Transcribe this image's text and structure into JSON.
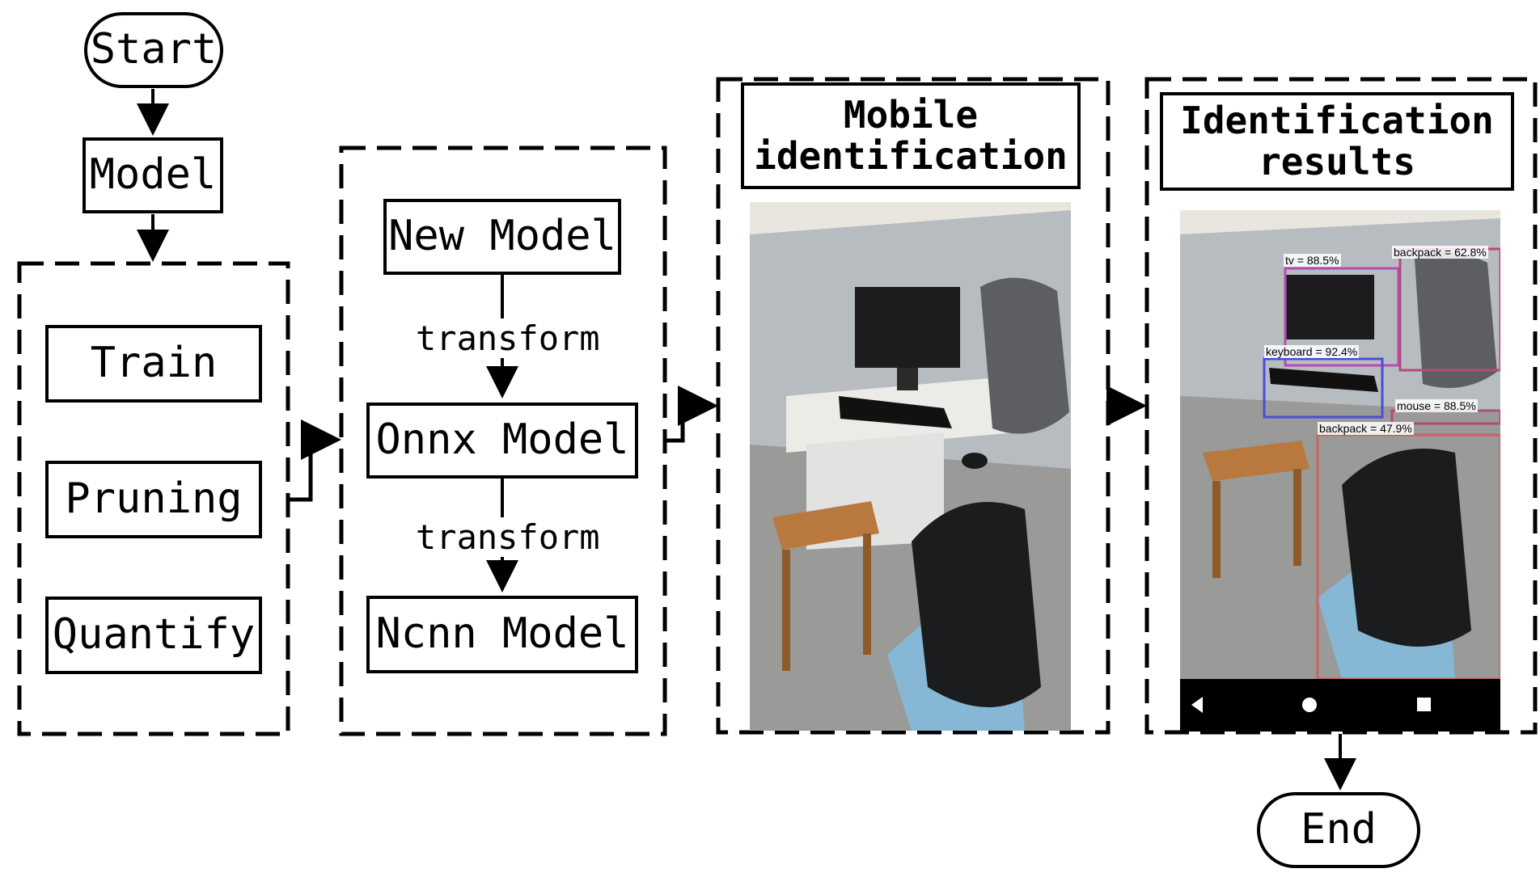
{
  "nodes": {
    "start": "Start",
    "model": "Model",
    "train": "Train",
    "pruning": "Pruning",
    "quantify": "Quantify",
    "new_model": "New Model",
    "onnx_model": "Onnx Model",
    "ncnn_model": "Ncnn Model",
    "mobile_identification": "Mobile identification",
    "identification_results": "Identification results",
    "end": "End"
  },
  "edges": {
    "transform_1": "transform",
    "transform_2": "transform"
  },
  "detections": [
    {
      "label": "tv = 88.5%",
      "color": "#b44bb4"
    },
    {
      "label": "backpack = 62.8%",
      "color": "#b44b7a"
    },
    {
      "label": "keyboard = 92.4%",
      "color": "#4b4bdc"
    },
    {
      "label": "mouse = 88.5%",
      "color": "#b44b7a"
    },
    {
      "label": "backpack = 47.9%",
      "color": "#c86464"
    }
  ]
}
